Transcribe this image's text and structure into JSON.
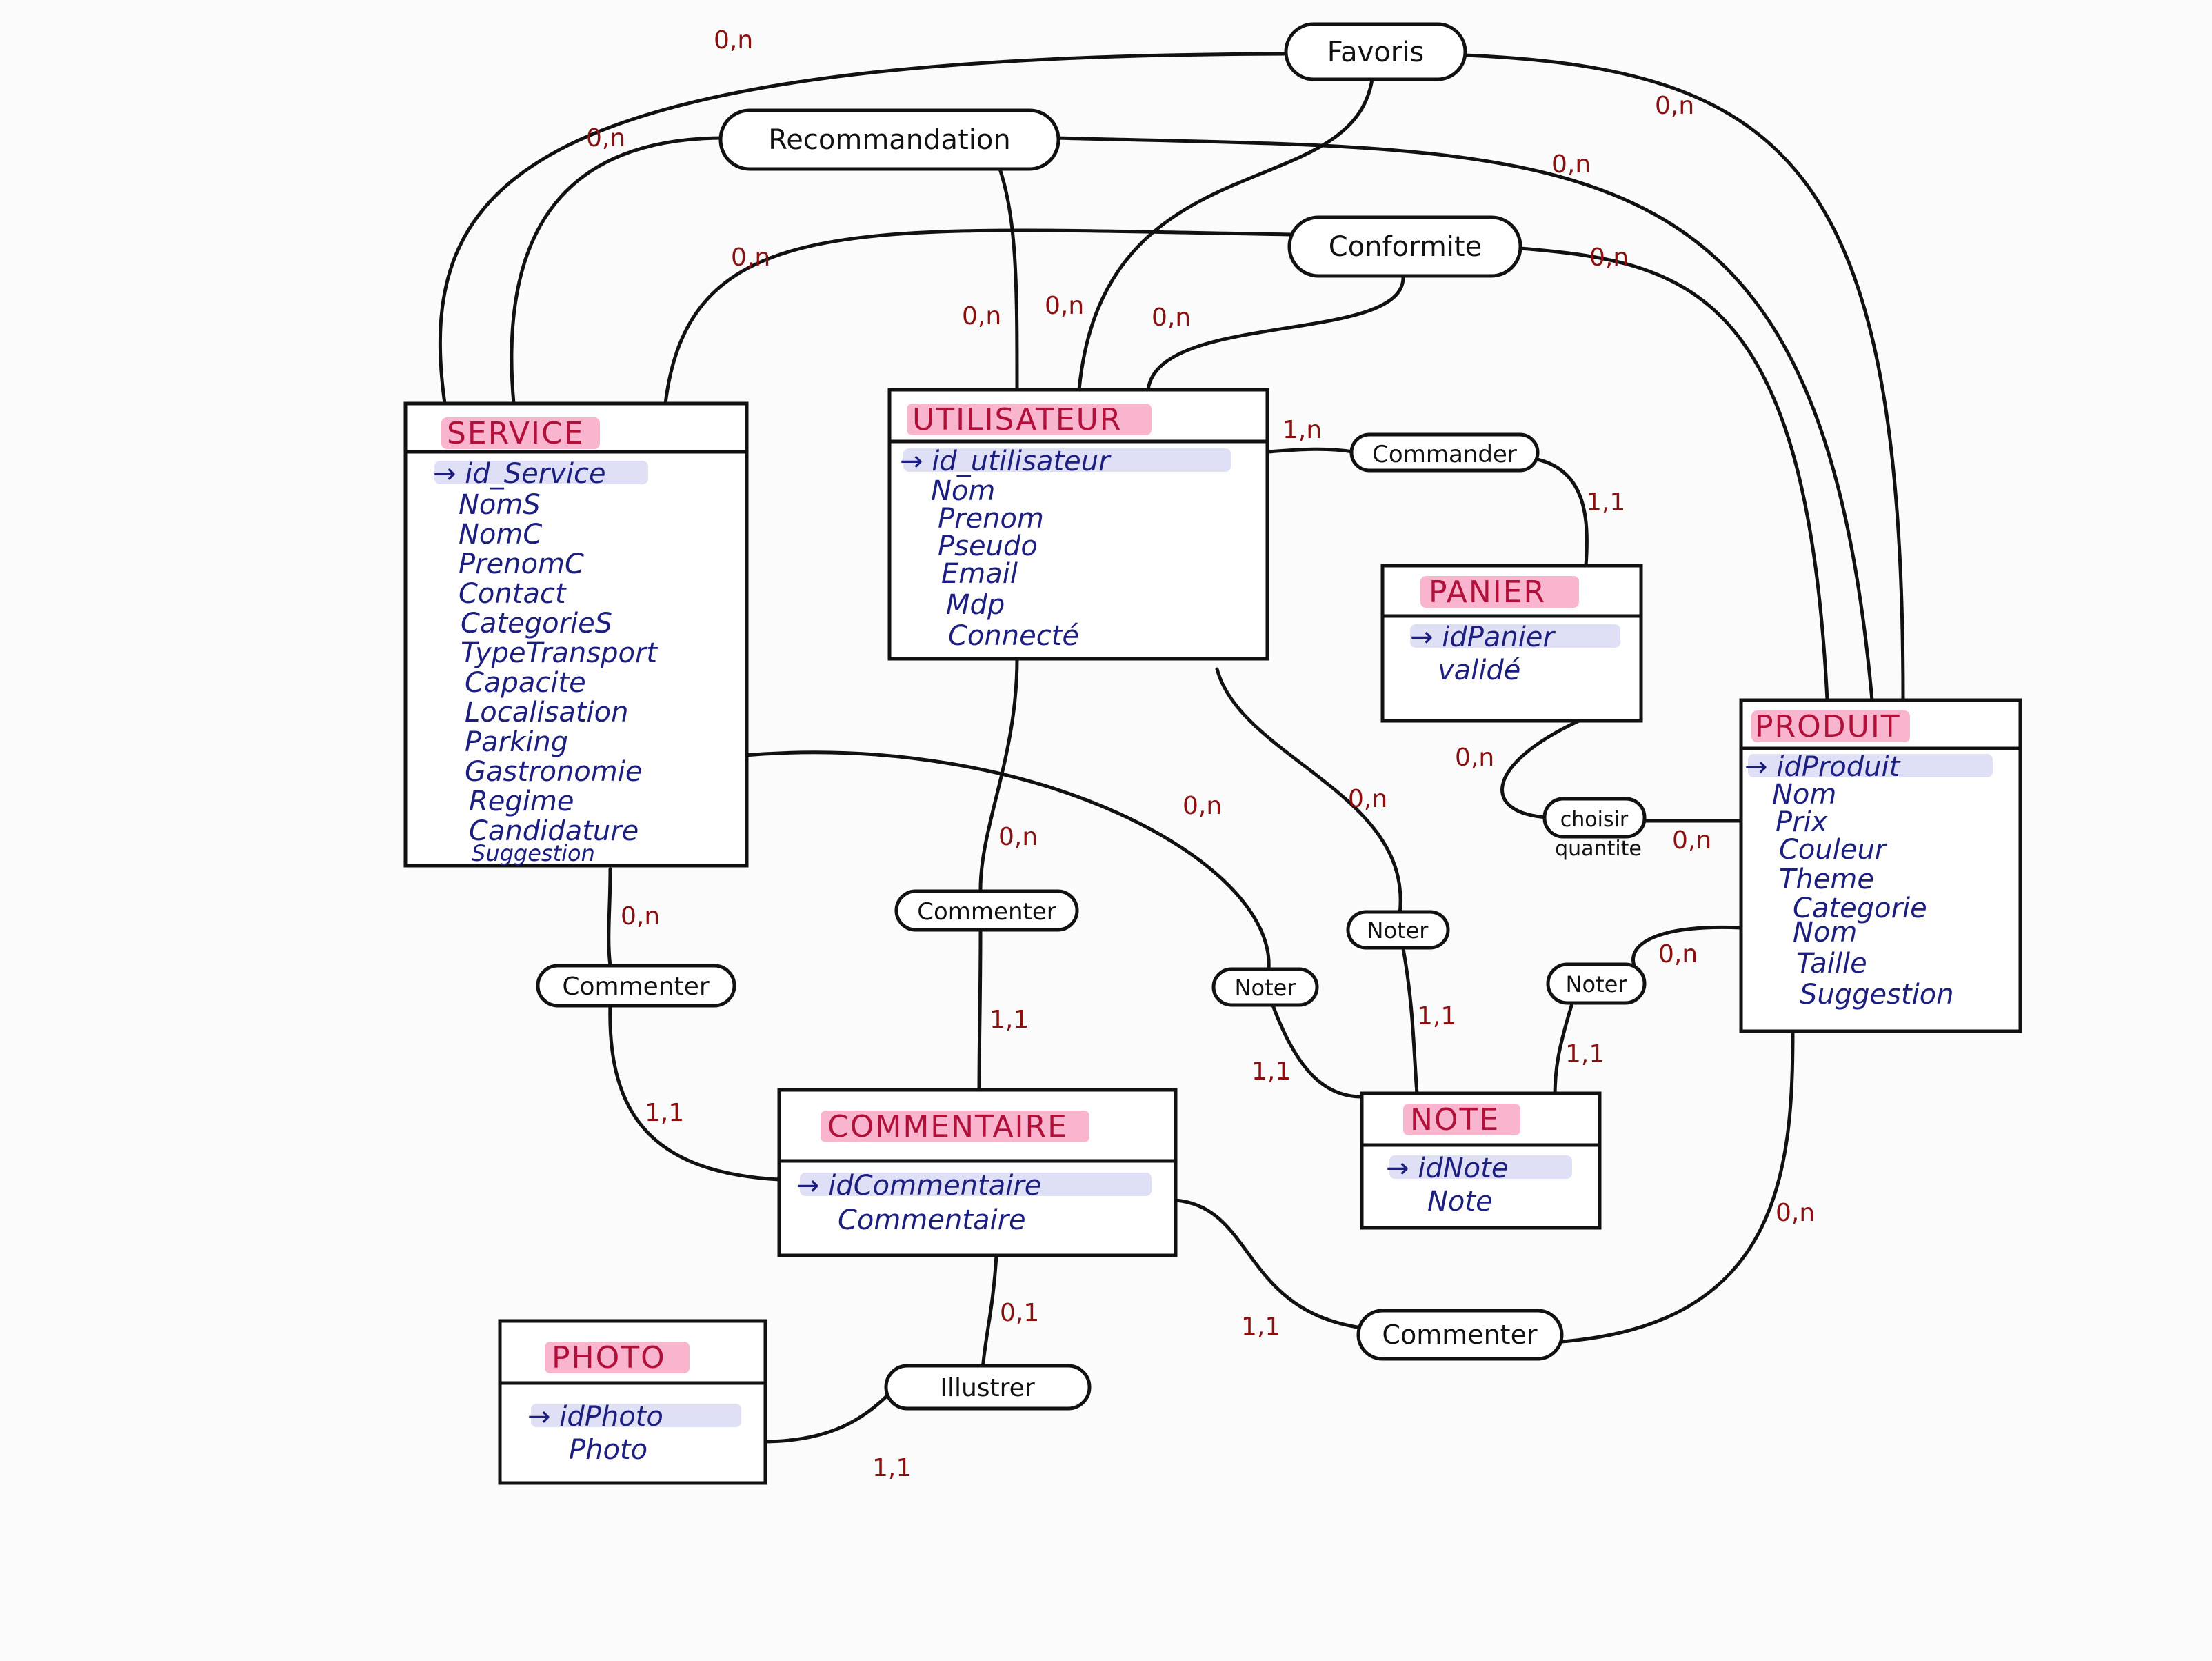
{
  "entities": {
    "service": {
      "title": "SERVICE",
      "id_attr": "→ id_Service",
      "attrs": [
        "NomS",
        "NomC",
        "PrenomC",
        "Contact",
        "CategorieS",
        "TypeTransport",
        "Capacite",
        "Localisation",
        "Parking",
        "Gastronomie",
        "Regime",
        "Candidature",
        "Suggestion"
      ]
    },
    "utilisateur": {
      "title": "UTILISATEUR",
      "id_attr": "→ id_utilisateur",
      "attrs": [
        "Nom",
        "Prenom",
        "Pseudo",
        "Email",
        "Mdp",
        "Connecté"
      ]
    },
    "panier": {
      "title": "PANIER",
      "id_attr": "→ idPanier",
      "attrs": [
        "validé"
      ]
    },
    "produit": {
      "title": "PRODUIT",
      "id_attr": "→ idProduit",
      "attrs": [
        "Nom",
        "Prix",
        "Couleur",
        "Theme",
        "Categorie",
        "Nom",
        "Taille",
        "Suggestion"
      ]
    },
    "commentaire": {
      "title": "COMMENTAIRE",
      "id_attr": "→ idCommentaire",
      "attrs": [
        "Commentaire"
      ]
    },
    "note": {
      "title": "NOTE",
      "id_attr": "→ idNote",
      "attrs": [
        "Note"
      ]
    },
    "photo": {
      "title": "PHOTO",
      "id_attr": "→ idPhoto",
      "attrs": [
        "Photo"
      ]
    }
  },
  "associations": {
    "favoris": "Favoris",
    "recommandation": "Recommandation",
    "conformite": "Conformite",
    "commander": "Commander",
    "choisir": "choisir",
    "choisir_attr": "quantite",
    "commenter_utilisateur": "Commenter",
    "commenter_service": "Commenter",
    "commenter_produit": "Commenter",
    "noter_service": "Noter",
    "noter_utilisateur": "Noter",
    "noter_produit": "Noter",
    "illustrer": "Illustrer"
  },
  "cardinalities": {
    "favoris_service": "0,n",
    "favoris_produit": "0,n",
    "favoris_utilisateur": "0,n",
    "recommandation_service": "0,n",
    "recommandation_produit": "0,n",
    "recommandation_utilisateur": "0,n",
    "conformite_service": "0,n",
    "conformite_produit": "0,n",
    "conformite_utilisateur": "0,n",
    "commander_utilisateur": "1,n",
    "commander_panier": "1,1",
    "choisir_panier": "0,n",
    "choisir_produit": "0,n",
    "commenter_util_utilisateur": "0,n",
    "commenter_util_commentaire": "1,1",
    "commenter_serv_service": "0,n",
    "commenter_serv_commentaire": "1,1",
    "commenter_prod_produit": "0,n",
    "commenter_prod_commentaire": "1,1",
    "noter_serv_service": "0,n",
    "noter_serv_note": "1,1",
    "noter_util_utilisateur": "0,n",
    "noter_util_note": "1,1",
    "noter_prod_produit": "0,n",
    "noter_prod_note": "1,1",
    "illustrer_commentaire": "0,1",
    "illustrer_photo": "1,1"
  }
}
